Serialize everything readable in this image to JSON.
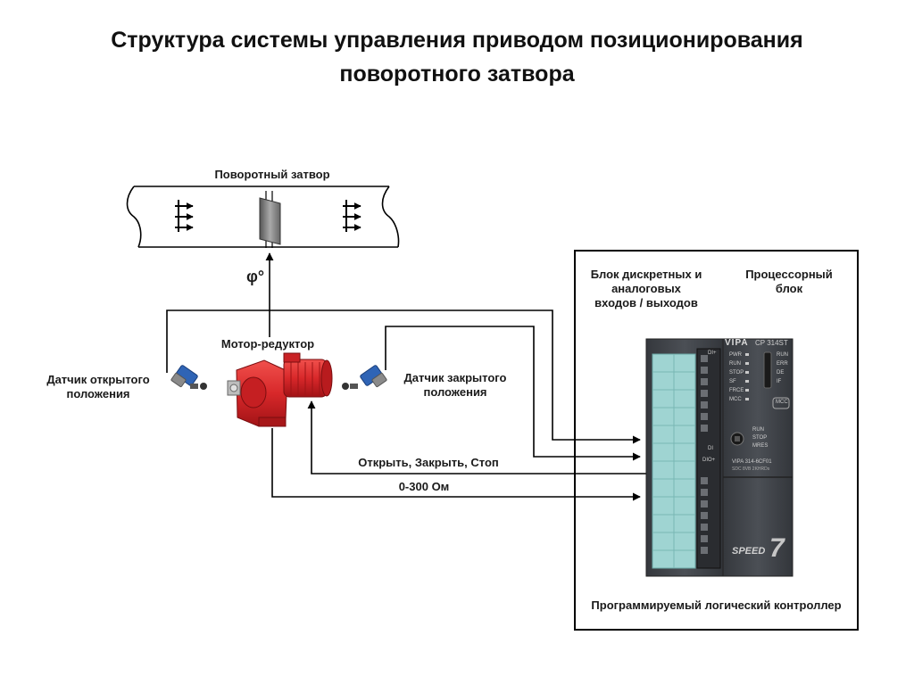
{
  "title": {
    "line1": "Структура системы управления приводом позиционирования",
    "line2": "поворотного затвора"
  },
  "labels": {
    "valve": "Поворотный затвор",
    "angle": "φ°",
    "motor": "Мотор-редуктор",
    "sensor_open": [
      "Датчик открытого",
      "положения"
    ],
    "sensor_closed": [
      "Датчик закрытого",
      "положения"
    ],
    "io_block": [
      "Блок дискретных и",
      "аналоговых",
      "входов / выходов"
    ],
    "cpu_block": [
      "Процессорный",
      "блок"
    ],
    "signal_commands": "Открыть, Закрыть, Стоп",
    "signal_resistance": "0-300 Ом",
    "plc": "Программируемый логический контроллер"
  },
  "plc_device": {
    "brand": "VIPA",
    "cpu_model": "CP 314ST",
    "cpu_leds": [
      "PWR",
      "RUN",
      "STOP",
      "SF",
      "FRCE",
      "MCC"
    ],
    "cpu_leds_right": [
      "RUN",
      "ERR",
      "DE",
      "IF"
    ],
    "mcc_label": "MCC",
    "mode_switch": [
      "RUN",
      "STOP",
      "MRES"
    ],
    "io_marks": [
      "DI+",
      "DIO+",
      "DI"
    ],
    "module_text": "VIPA 314-6CF01",
    "module_subtext": "SDC 8VB  2KHRDs",
    "speed_label": "SPEED",
    "speed_digit": "7"
  },
  "colors": {
    "motor": "#d8282a",
    "plc_body": "#3e4146",
    "io_panel": "#9fd4d2",
    "line": "#000000"
  }
}
